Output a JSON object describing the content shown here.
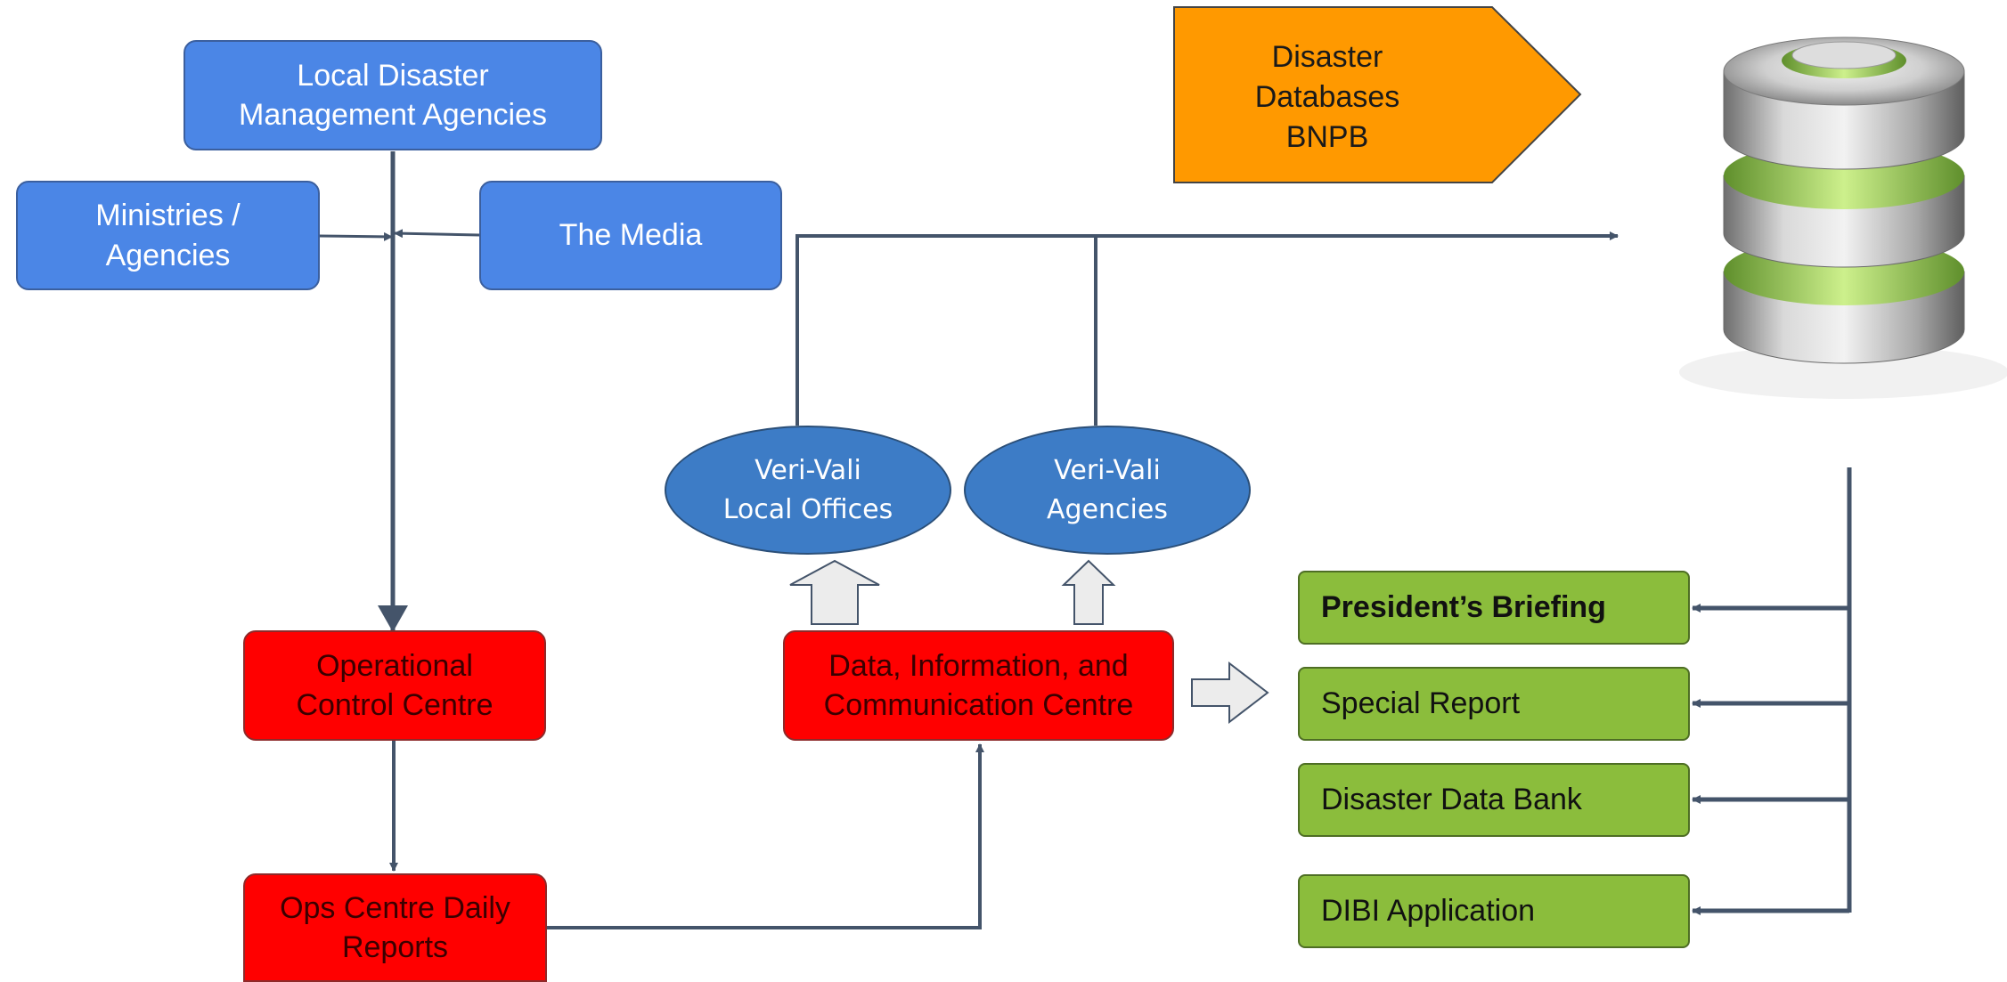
{
  "sources": {
    "local": [
      "Local Disaster",
      "Management Agencies"
    ],
    "ministries": [
      "Ministries /",
      "Agencies"
    ],
    "media": [
      "The Media"
    ]
  },
  "centres": {
    "ops_control": [
      "Operational",
      "Control Centre"
    ],
    "daily_reports": [
      "Ops Centre Daily",
      "Reports"
    ],
    "dicc": [
      "Data, Information, and",
      "Communication Centre"
    ]
  },
  "verification": {
    "local_offices": [
      "Veri-Vali",
      "Local Offices"
    ],
    "agencies": [
      "Veri-Vali",
      "Agencies"
    ]
  },
  "database": {
    "label": [
      "Disaster",
      "Databases",
      "BNPB"
    ],
    "icon": "database-icon"
  },
  "outputs": [
    {
      "label": "President’s Briefing",
      "bold": true
    },
    {
      "label": "Special Report",
      "bold": false
    },
    {
      "label": "Disaster Data Bank",
      "bold": false
    },
    {
      "label": "DIBI Application",
      "bold": false
    }
  ],
  "colors": {
    "source_blue": "#4b86e6",
    "verification_blue": "#3d7cc6",
    "centre_red": "#ff0000",
    "output_green": "#8bbd3c",
    "database_orange": "#ff9900",
    "connector": "#44546a"
  }
}
